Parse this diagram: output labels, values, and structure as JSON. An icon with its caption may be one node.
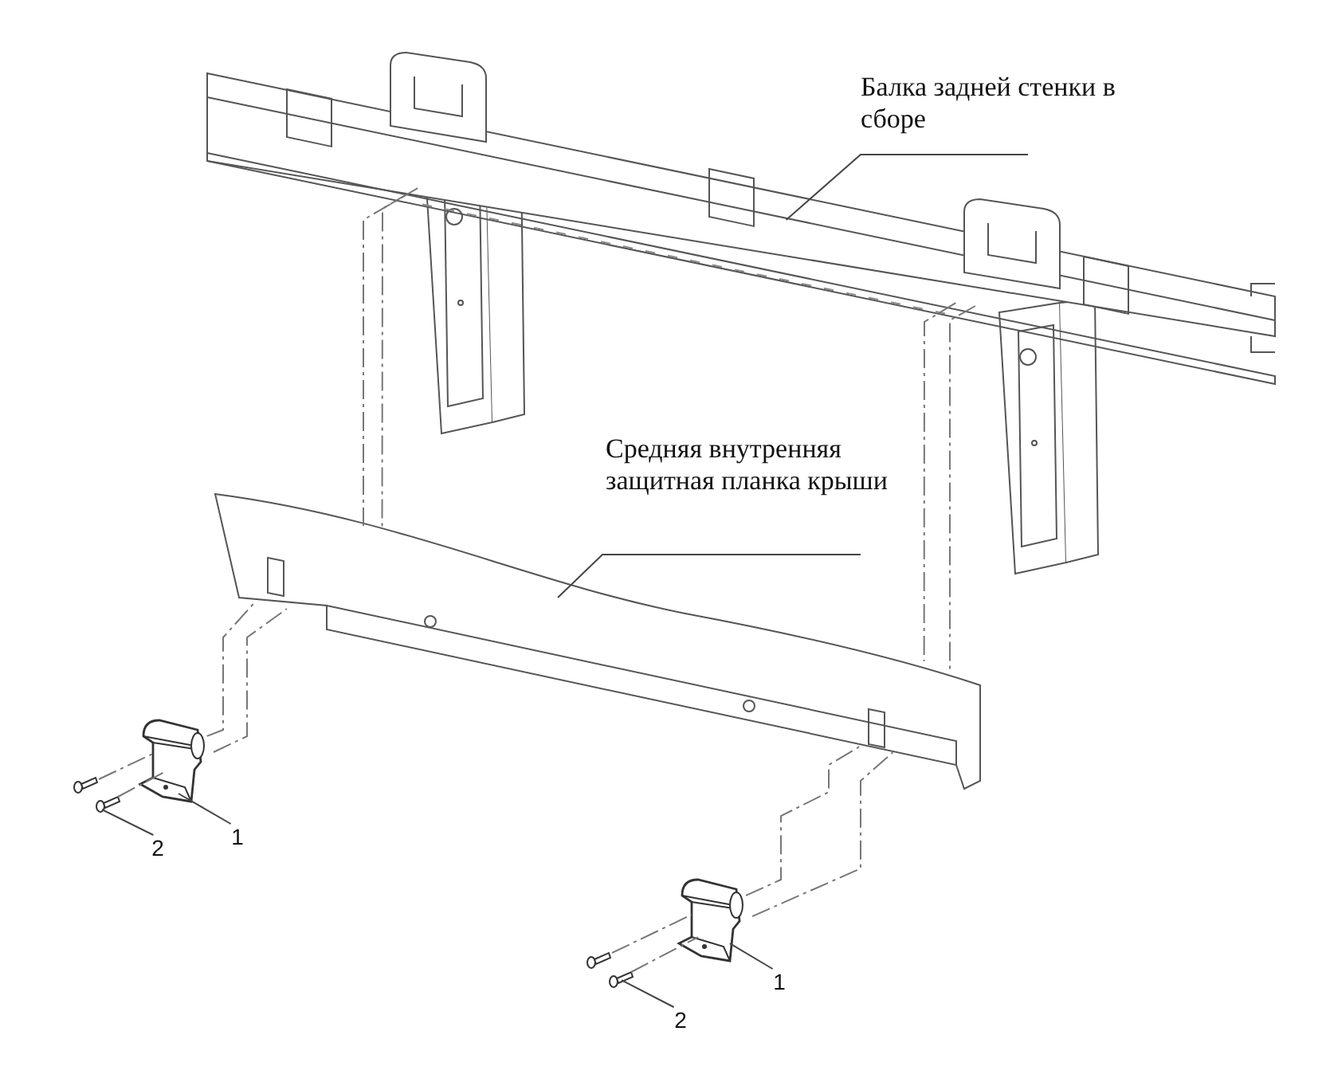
{
  "diagram": {
    "nodes": [
      {
        "text": [
          "Балка задней стенки в сборе"
        ]
      },
      {
        "text": [],
        "shape": "picture"
      },
      {
        "text": [
          "Средняя внутренняя защитная планка крыши"
        ]
      },
      {
        "text": [],
        "shape": "picture"
      },
      {
        "text": [
          "1"
        ]
      },
      {
        "text": [],
        "shape": "picture"
      },
      {
        "text": [
          "2"
        ]
      },
      {
        "text": [],
        "shape": "picture"
      },
      {
        "text": [
          "1"
        ]
      },
      {
        "text": [],
        "shape": "picture"
      },
      {
        "text": [
          "2"
        ]
      },
      {
        "text": [],
        "shape": "picture"
      }
    ],
    "edges": [
      {
        "from": 0,
        "to": 1,
        "arrow": "none"
      },
      {
        "from": 2,
        "to": 3,
        "arrow": "none"
      },
      {
        "from": 4,
        "to": 5,
        "arrow": "none"
      },
      {
        "from": 6,
        "to": 7,
        "arrow": "none"
      },
      {
        "from": 8,
        "to": 9,
        "arrow": "none"
      },
      {
        "from": 10,
        "to": 11,
        "arrow": "none"
      },
      {
        "from": 1,
        "to": 3,
        "arrow": "none",
        "style": "dashed"
      },
      {
        "from": 1,
        "to": 3,
        "arrow": "none",
        "style": "dashed"
      },
      {
        "from": 1,
        "to": 3,
        "arrow": "none",
        "style": "dashed"
      },
      {
        "from": 1,
        "to": 3,
        "arrow": "none",
        "style": "dashed"
      },
      {
        "from": 5,
        "to": 3,
        "arrow": "none",
        "style": "dashed"
      },
      {
        "from": 5,
        "to": 3,
        "arrow": "none",
        "style": "dashed"
      },
      {
        "from": 9,
        "to": 3,
        "arrow": "none",
        "style": "dashed"
      },
      {
        "from": 9,
        "to": 3,
        "arrow": "none",
        "style": "dashed"
      },
      {
        "from": 7,
        "to": 5,
        "arrow": "none",
        "style": "dashed"
      },
      {
        "from": 7,
        "to": 5,
        "arrow": "none",
        "style": "dashed"
      },
      {
        "from": 11,
        "to": 9,
        "arrow": "none",
        "style": "dashed"
      },
      {
        "from": 11,
        "to": 9,
        "arrow": "none",
        "style": "dashed"
      }
    ]
  }
}
